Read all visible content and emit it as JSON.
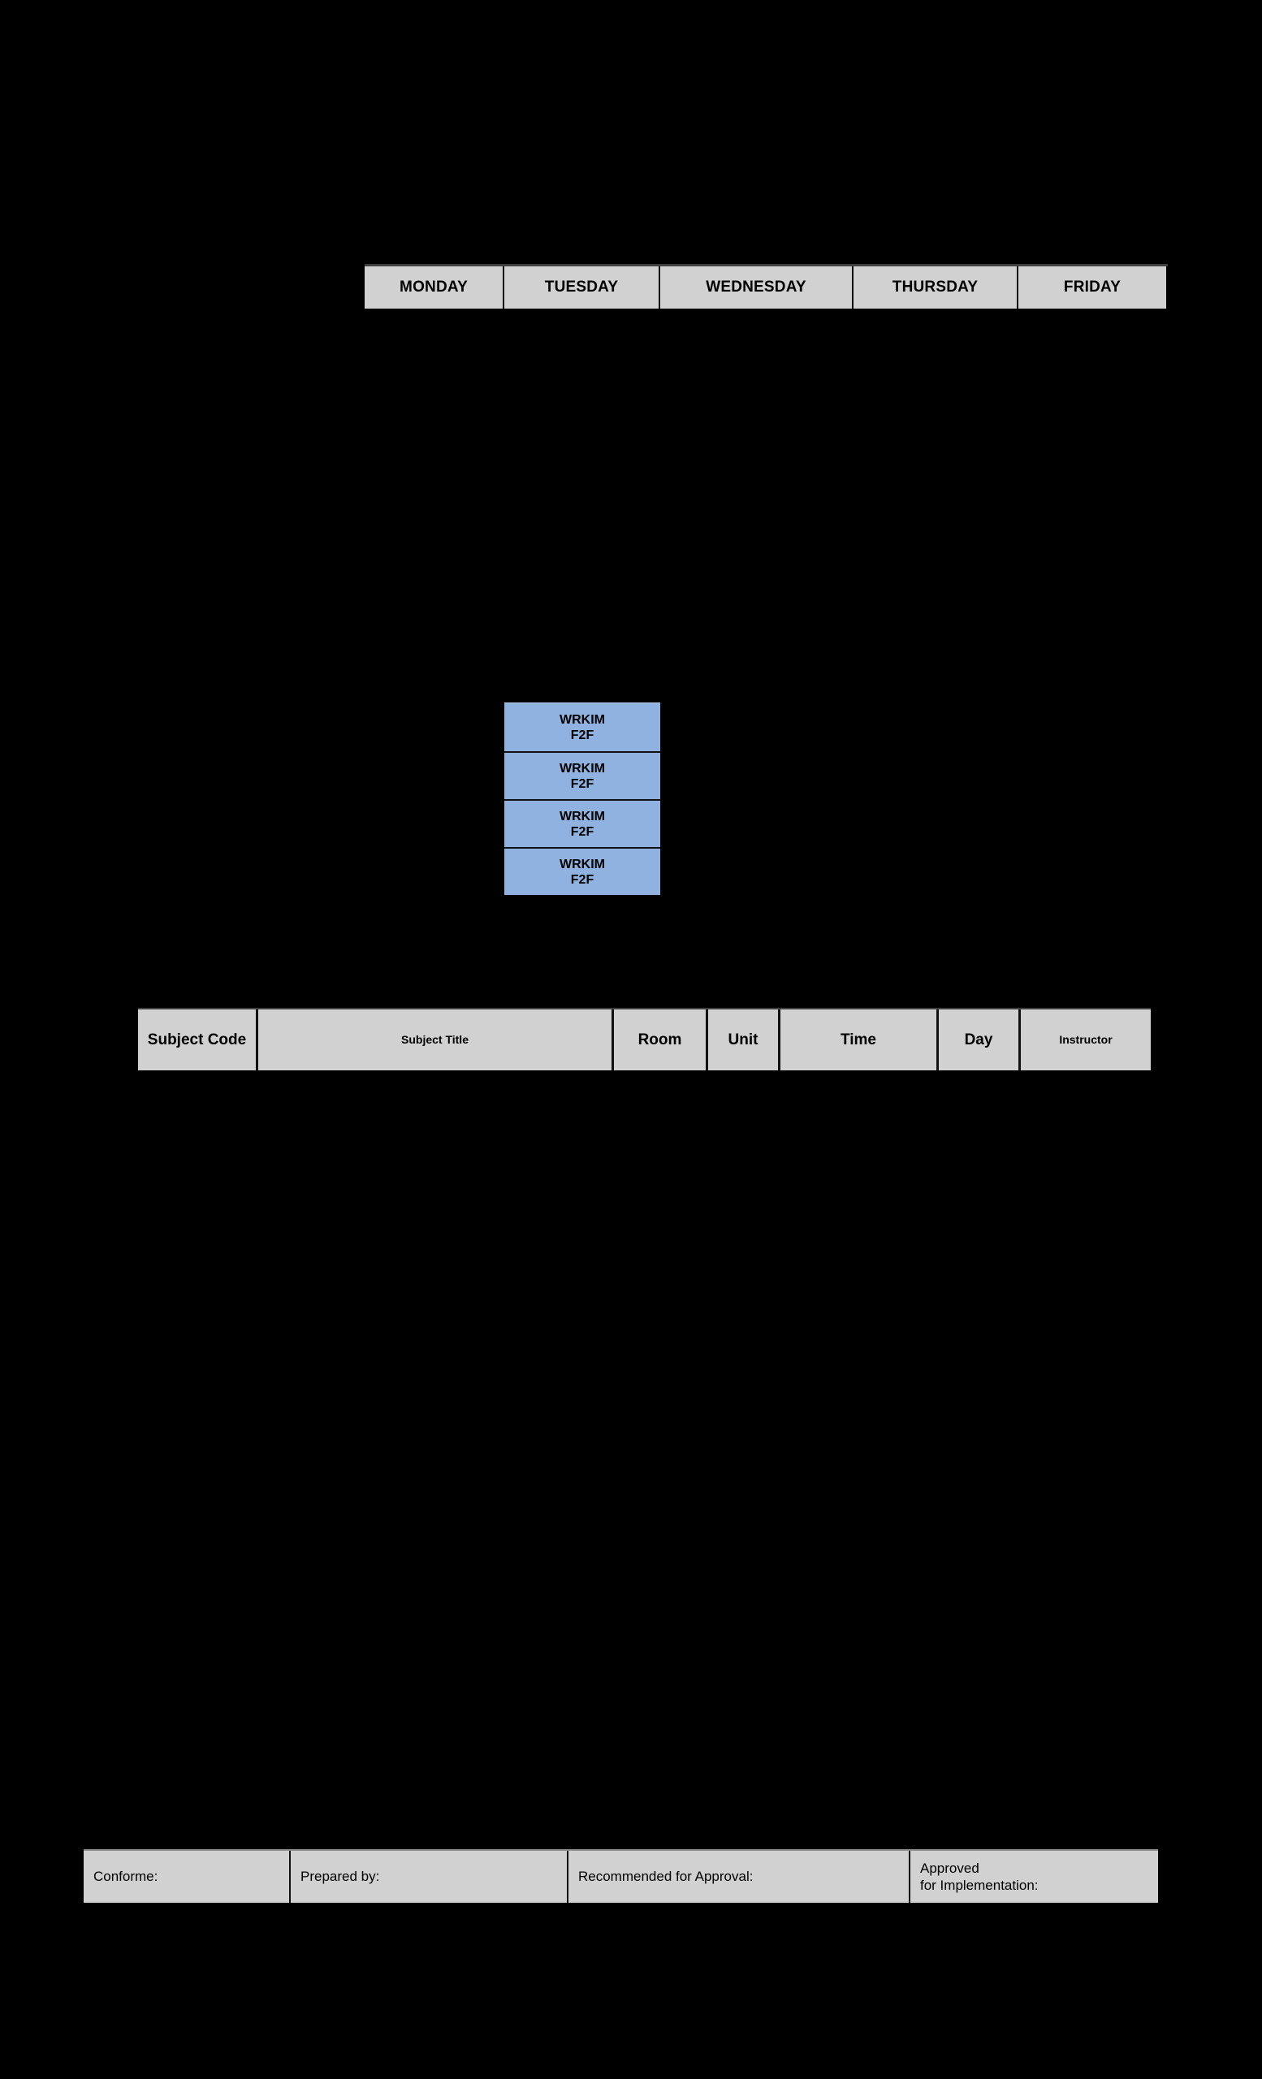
{
  "colors": {
    "page_bg": "#000000",
    "header_fill": "#d1d1d1",
    "block_fill": "#8fb2e0",
    "block_edge": "#b4c7e7",
    "grid_line": "#111111",
    "text": "#000000"
  },
  "weekly_header": {
    "days": [
      "MONDAY",
      "TUESDAY",
      "WEDNESDAY",
      "THURSDAY",
      "FRIDAY"
    ]
  },
  "schedule_block": {
    "column": "TUESDAY",
    "cells": [
      {
        "line1": "WRKIM",
        "line2": "F2F"
      },
      {
        "line1": "WRKIM",
        "line2": "F2F"
      },
      {
        "line1": "WRKIM",
        "line2": "F2F"
      },
      {
        "line1": "WRKIM",
        "line2": "F2F"
      }
    ]
  },
  "subject_table": {
    "columns": {
      "code": "Subject Code",
      "title": "Subject Title",
      "room": "Room",
      "unit": "Unit",
      "time": "Time",
      "day": "Day",
      "instructor": "Instructor"
    }
  },
  "signature_row": {
    "conforme": "Conforme:",
    "prepared_by": "Prepared by:",
    "recommended": "Recommended for Approval:",
    "approved": "Approved\nfor Implementation:"
  }
}
